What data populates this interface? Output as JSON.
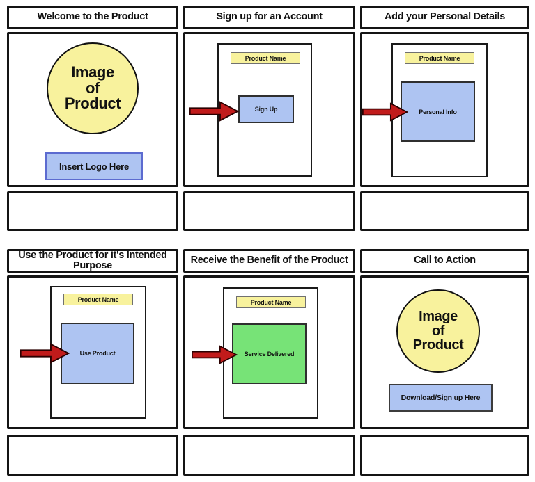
{
  "colors": {
    "panel_border": "#141414",
    "image_yellow": "#F8F29D",
    "ui_blue": "#AEC4F2",
    "logo_border_blue": "#5C6BD0",
    "service_green": "#77E377",
    "arrow_red": "#C11B1B"
  },
  "board": {
    "panels": [
      {
        "title": "Welcome to the Product",
        "circle_lines": [
          "Image",
          "of",
          "Product"
        ],
        "button_label": "Insert Logo Here",
        "caption": ""
      },
      {
        "title": "Sign up for an Account",
        "screen_title": "Product Name",
        "action_label": "Sign Up",
        "arrow_icon": "red-block-arrow-right",
        "caption": ""
      },
      {
        "title": "Add your Personal Details",
        "screen_title": "Product Name",
        "action_label": "Personal Info",
        "arrow_icon": "red-block-arrow-right",
        "caption": ""
      },
      {
        "title": "Use the Product for it's Intended Purpose",
        "screen_title": "Product Name",
        "action_label": "Use Product",
        "arrow_icon": "red-block-arrow-right",
        "caption": ""
      },
      {
        "title": "Receive the Benefit of the Product",
        "screen_title": "Product Name",
        "action_label": "Service Delivered",
        "arrow_icon": "red-block-arrow-right",
        "caption": ""
      },
      {
        "title": "Call to Action",
        "circle_lines": [
          "Image",
          "of",
          "Product"
        ],
        "link_label": "Download/Sign up Here",
        "caption": ""
      }
    ]
  }
}
